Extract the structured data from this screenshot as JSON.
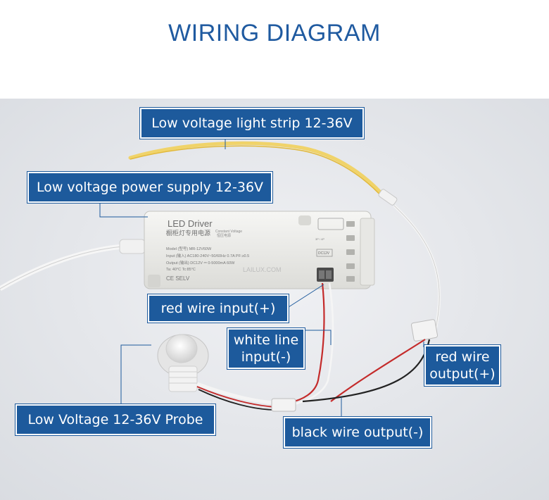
{
  "title": "WIRING DIAGRAM",
  "labels": {
    "light_strip": "Low voltage light strip 12-36V",
    "power_supply": "Low voltage power supply 12-36V",
    "red_in": "red wire input(+)",
    "white_in_line1": "white line",
    "white_in_line2": "input(-)",
    "red_out_line1": "red wire",
    "red_out_line2": "output(+)",
    "probe": "Low Voltage 12-36V Probe",
    "black_out": "black wire output(-)"
  },
  "driver": {
    "title": "LED  Driver",
    "subtitle_cn": "橱柜灯专用电源",
    "constant": "Constant Voltage",
    "constant_cn": "恒压电源",
    "model": "Model   (型号)   MR-12V60W",
    "input": "Input    (输入)   AC180-240V~50/60Hz  0.7A  PF:≥0.5",
    "output": "Output  (输出)   DC12V ⎓ 0-5000mA  60W",
    "ta": "Ta: 40°C   Tc:85°C",
    "cert": "CE SELV",
    "terminal_label": "DC12V",
    "watermark": "LAILUX.COM"
  },
  "colors": {
    "accent": "#1d5a9c",
    "title": "#1f5aa0",
    "background_photo": "#e4e6ea"
  }
}
